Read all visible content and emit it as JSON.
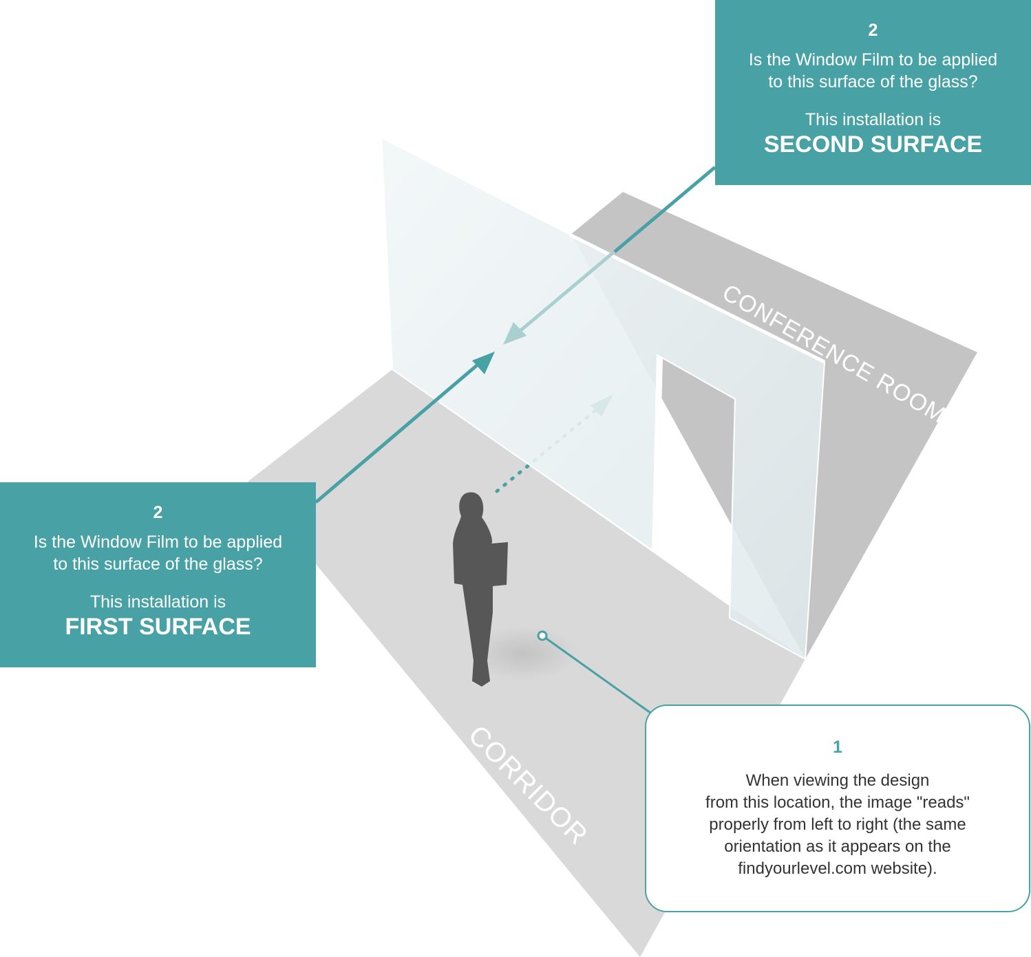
{
  "colors": {
    "accent": "#48a1a4",
    "floor_corridor": "#d8d8d8",
    "floor_conference": "#c4c4c4",
    "glass": "#e6eef0",
    "silhouette": "#565656"
  },
  "rooms": {
    "conference": "CONFERENCE ROOM",
    "corridor": "CORRIDOR"
  },
  "panel_second": {
    "number": "2",
    "question": "Is the Window Film to be applied\nto this surface of the glass?",
    "lead": "This installation is",
    "answer": "SECOND SURFACE"
  },
  "panel_first": {
    "number": "2",
    "question": "Is the Window Film to be applied\nto this surface of the glass?",
    "lead": "This installation is",
    "answer": "FIRST SURFACE"
  },
  "panel_viewer": {
    "number": "1",
    "text": "When viewing the design\nfrom this location, the image \"reads\"\nproperly from left to right (the same\norientation as it appears on the\nfindyourlevel.com website)."
  }
}
